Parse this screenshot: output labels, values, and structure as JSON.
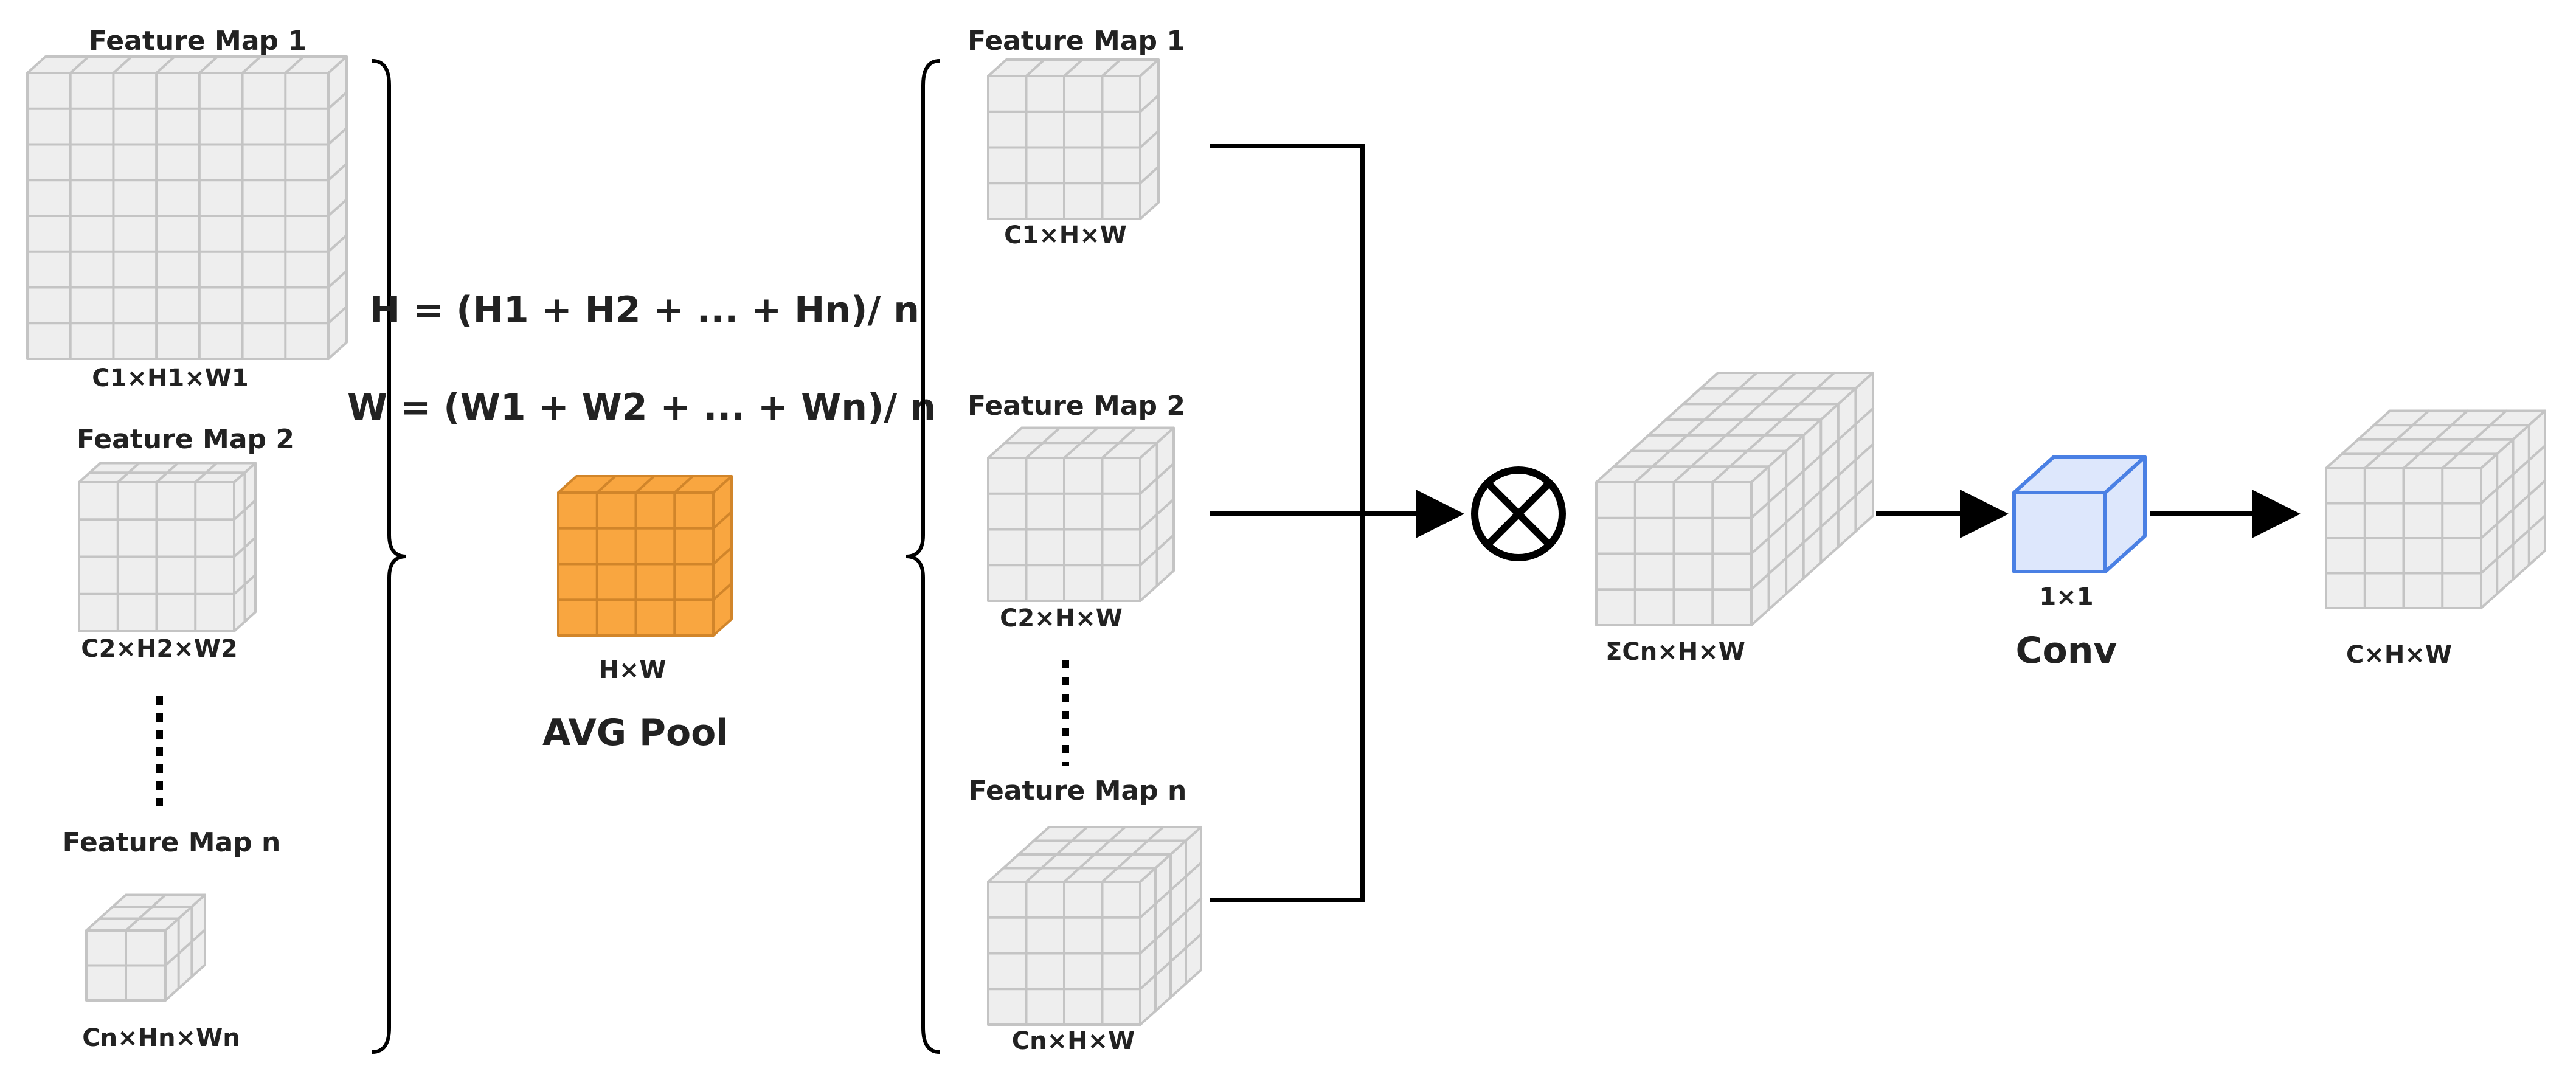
{
  "left": {
    "maps": [
      {
        "title": "Feature Map 1",
        "dims": "C1×H1×W1"
      },
      {
        "title": "Feature Map 2",
        "dims": "C2×H2×W2"
      },
      {
        "title": "Feature Map n",
        "dims": "Cn×Hn×Wn"
      }
    ]
  },
  "pool": {
    "formula_h": "H = (H1 + H2 + ... + Hn)/ n",
    "formula_w": "W = (W1 + W2 + ... + Wn)/ n",
    "dims": "H×W",
    "label": "AVG Pool"
  },
  "middle": {
    "maps": [
      {
        "title": "Feature Map 1",
        "dims": "C1×H×W"
      },
      {
        "title": "Feature Map 2",
        "dims": "C2×H×W"
      },
      {
        "title": "Feature Map n",
        "dims": "Cn×H×W"
      }
    ]
  },
  "concat": {
    "dims": "ΣCn×H×W"
  },
  "conv": {
    "kernel": "1×1",
    "label": "Conv"
  },
  "output": {
    "dims": "C×H×W"
  },
  "colors": {
    "cube_face": "#eeeeee",
    "cube_grid": "#c4c4c4",
    "pool_face": "#f9a640",
    "pool_grid": "#d1852a",
    "conv_face": "#dde7fc",
    "conv_edge": "#4a80e4",
    "line": "#000000"
  }
}
